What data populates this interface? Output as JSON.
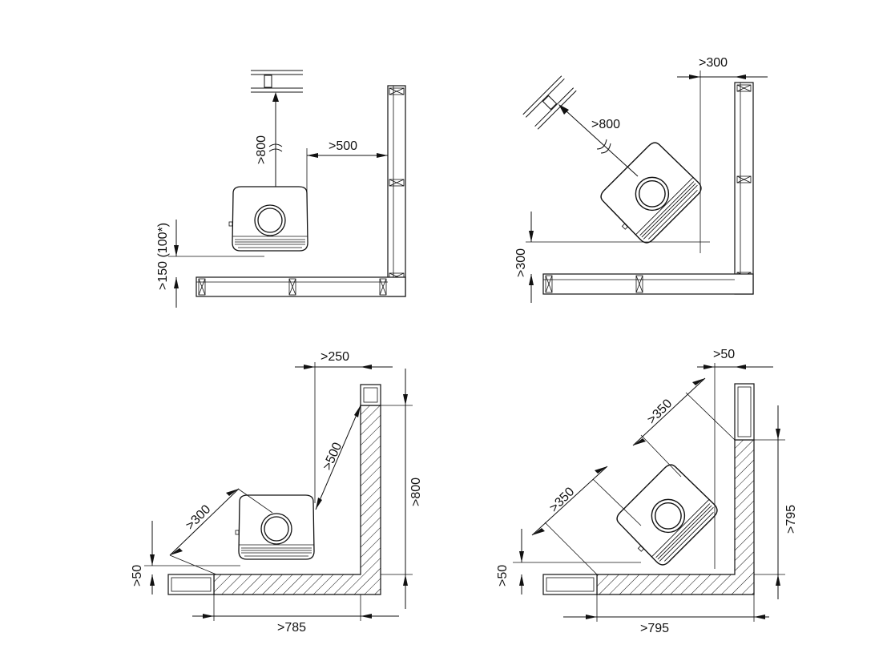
{
  "panels": [
    {
      "id": "top-left",
      "labels": {
        "flue_distance": ">800",
        "side_distance": ">500",
        "back_distance": ">150 (100*)"
      }
    },
    {
      "id": "top-right",
      "labels": {
        "side_distance": ">300",
        "flue_distance": ">800",
        "back_distance": ">300"
      }
    },
    {
      "id": "bottom-left",
      "labels": {
        "top_distance": ">250",
        "diagonal_side": ">500",
        "diagonal_front": ">300",
        "wall_height": ">800",
        "floor_gap": ">50",
        "wall_length": ">785"
      }
    },
    {
      "id": "bottom-right",
      "labels": {
        "top_distance": ">50",
        "diagonal_upper": ">350",
        "diagonal_lower": ">350",
        "wall_height": ">795",
        "floor_gap": ">50",
        "wall_length": ">795"
      }
    }
  ]
}
